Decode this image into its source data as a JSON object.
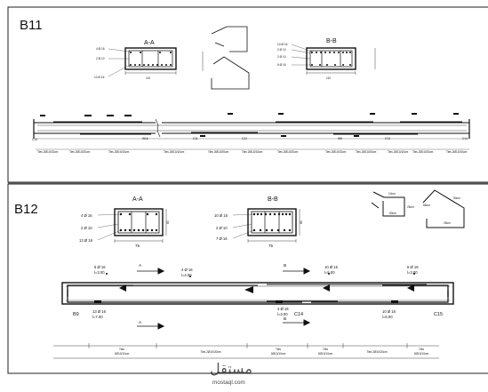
{
  "b11": {
    "title": "B11",
    "section_a": {
      "title": "A-A",
      "top_bar": "4 Ø 16",
      "mid_bar": "2 Ø 10",
      "bot_bar": "10 Ø 16",
      "width": "110"
    },
    "section_b": {
      "title": "B-B",
      "top_bar": "10 Ø 16",
      "top_bar2": "2 Ø 10",
      "mid_bar": "2 Ø 10",
      "bot_bar": "6 Ø 16",
      "width": "110"
    },
    "supports": [
      "C10",
      "W16",
      "C11",
      "C12",
      "W5",
      "C13",
      "C14"
    ],
    "ties": [
      "Ties\n2Ø10/10cm",
      "Ties 2Ø10/20cm",
      "Ties\n2Ø10/10cm",
      "Ties\n2Ø10/10cm",
      "Ties 2Ø10/20cm",
      "Ties\n2Ø10/10cm",
      "Ties 2Ø10/20cm",
      "Ties\n2Ø10/10cm",
      "Ties 2Ø10/20cm",
      "Ties\n2Ø10/10cm",
      "Ties 2Ø10/20cm",
      "Ties\n2Ø10/10cm"
    ]
  },
  "b12": {
    "title": "B12",
    "section_a": {
      "title": "A-A",
      "top_bar": "4 Ø 16",
      "mid_bar": "2 Ø 10",
      "bot_bar": "13 Ø 16",
      "width": "75",
      "height": "60"
    },
    "section_b": {
      "title": "B-B",
      "top_bar": "10 Ø 16",
      "mid_bar": "2 Ø 10",
      "bot_bar": "7 Ø 16",
      "width": "75",
      "height": "60"
    },
    "shape1": {
      "top": "10cm",
      "bottom": "50cm",
      "side": "25cm"
    },
    "shape2": {
      "top": "65cm",
      "bottom": "25cm",
      "side": "50cm"
    },
    "bars_top": [
      {
        "count": "6 Ø 16",
        "length": "l=3.00"
      },
      {
        "count": "4 Ø 16",
        "length": "l=4.00"
      },
      {
        "count": "10 Ø 16",
        "length": "l=5.00"
      },
      {
        "count": "6 Ø 16",
        "length": "l=3.00"
      }
    ],
    "bars_bottom": [
      {
        "count": "13 Ø 16",
        "length": "l=7.00"
      },
      {
        "count": "4 Ø 16",
        "length": "l=3.00"
      },
      {
        "count": "10 Ø 16",
        "length": "l=6.00"
      }
    ],
    "section_marks": [
      "A",
      "B",
      "B",
      "A"
    ],
    "supports": [
      "B9",
      "C14",
      "C15"
    ],
    "ties": [
      [
        "Ties",
        "2Ø10/10cm"
      ],
      [
        "Ties 2Ø10/20cm"
      ],
      [
        "Ties",
        "2Ø10/10cm"
      ],
      [
        "Ties",
        "2Ø10/10cm"
      ],
      [
        "Ties 2Ø10/20cm"
      ],
      [
        "Ties",
        "2Ø10/10cm"
      ]
    ]
  },
  "watermark": {
    "arabic": "مستقل",
    "latin": "mostaql.com"
  }
}
